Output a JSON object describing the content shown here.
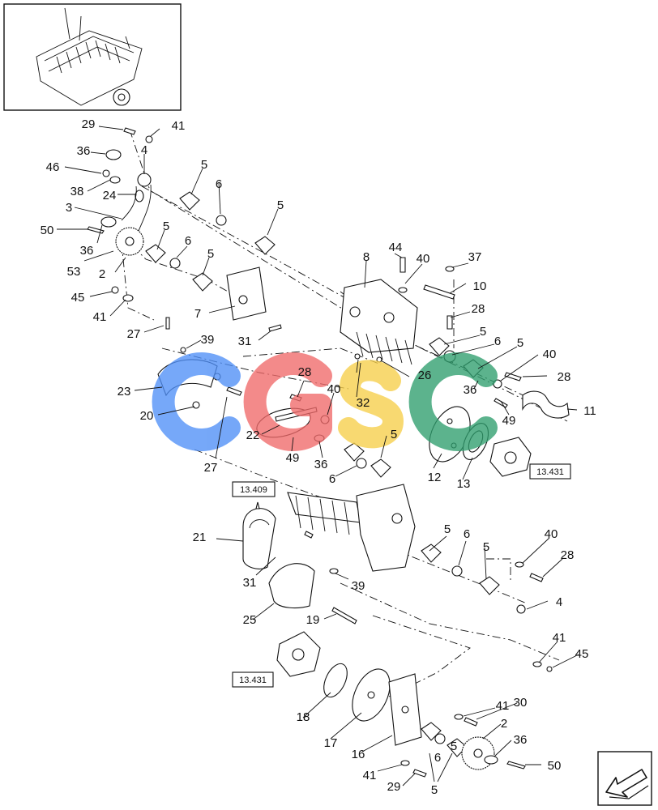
{
  "colors": {
    "watermark_blue": "#4f8ff7",
    "watermark_red": "#f06a6a",
    "watermark_yellow": "#f7cf4a",
    "watermark_green": "#2f9e6e",
    "line": "#111111"
  },
  "watermark": {
    "letters": [
      "C",
      "G",
      "S",
      "C"
    ]
  },
  "reference_boxes": [
    {
      "id": "ref-13409",
      "label": "13.409"
    },
    {
      "id": "ref-13431-a",
      "label": "13.431"
    },
    {
      "id": "ref-13431-b",
      "label": "13.431"
    }
  ],
  "callouts": [
    "29",
    "41",
    "36",
    "4",
    "46",
    "38",
    "24",
    "3",
    "50",
    "36",
    "53",
    "2",
    "45",
    "41",
    "5",
    "6",
    "5",
    "5",
    "6",
    "5",
    "7",
    "31",
    "27",
    "39",
    "23",
    "20",
    "27",
    "28",
    "22",
    "49",
    "40",
    "32",
    "36",
    "5",
    "6",
    "44",
    "40",
    "37",
    "10",
    "8",
    "28",
    "5",
    "6",
    "5",
    "40",
    "28",
    "26",
    "36",
    "49",
    "11",
    "12",
    "13",
    "21",
    "31",
    "25",
    "39",
    "19",
    "5",
    "6",
    "5",
    "40",
    "28",
    "4",
    "41",
    "45",
    "18",
    "17",
    "16",
    "41",
    "30",
    "2",
    "36",
    "50",
    "41",
    "29",
    "5",
    "6",
    "5"
  ],
  "icons": {
    "thumbnail": "machine-overview-icon",
    "nav": "previous-page-arrow-icon"
  }
}
